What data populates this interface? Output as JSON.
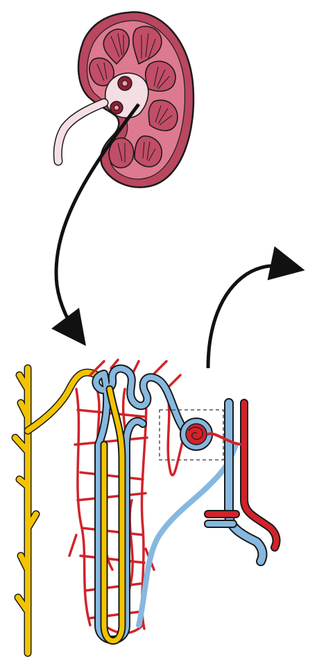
{
  "figure": {
    "panels": [
      {
        "id": "kidney",
        "icon": "kidney-cross-section-icon"
      },
      {
        "id": "nephron",
        "icon": "nephron-icon"
      }
    ],
    "arrows": [
      {
        "from": "kidney",
        "to": "nephron"
      },
      {
        "from": "nephron",
        "to": "offscreen-right"
      }
    ],
    "highlight": {
      "target": "glomerulus",
      "style": "dashed-box"
    },
    "colors": {
      "kidney_outer": "#b8475f",
      "kidney_inner": "#e7a2b2",
      "kidney_pelvis": "#f4dde3",
      "ureter": "#f3dfe4",
      "tubule": "#86b8e0",
      "collecting_duct": "#f2c400",
      "capillary": "#d2232a",
      "arrow": "#111111"
    }
  }
}
